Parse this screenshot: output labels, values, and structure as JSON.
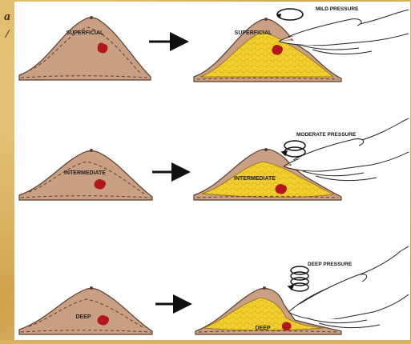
{
  "left_edge_glyphs": [
    "a",
    "/"
  ],
  "rows": [
    {
      "label_before": "SUPERFICIAL",
      "label_after": "SUPERFICIAL",
      "pressure_label": "MILD PRESSURE"
    },
    {
      "label_before": "INTERMEDIATE",
      "label_after": "INTERMEDIATE",
      "pressure_label": "MODERATE PRESSURE"
    },
    {
      "label_before": "DEEP",
      "label_after": "DEEP",
      "pressure_label": "DEEP PRESSURE"
    }
  ],
  "colors": {
    "tissue": "#c9a083",
    "tissue_outline": "#5a3d2b",
    "fat": "#f2cf2c",
    "lesion": "#b3161b",
    "background": "#d9b25e"
  }
}
